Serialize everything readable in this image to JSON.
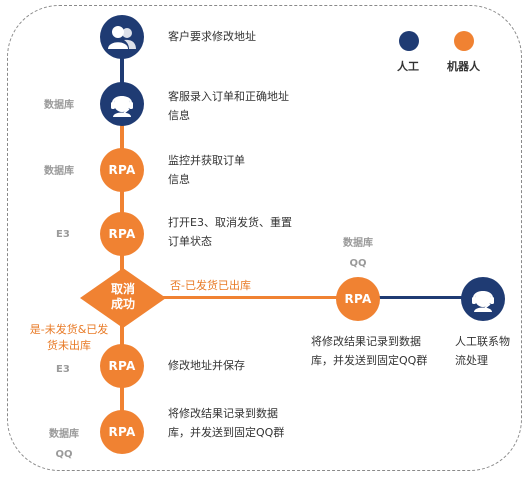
{
  "legend": {
    "human": {
      "label": "人工",
      "color": "#1f3b73"
    },
    "robot": {
      "label": "机器人",
      "color": "#f08232"
    }
  },
  "steps": [
    {
      "text": "客户要求修改地址",
      "side": "",
      "icon": "users-icon"
    },
    {
      "text": "客服录入订单和正确地址信息",
      "side": "数据库",
      "icon": "headset-agent-icon"
    },
    {
      "text": "监控并获取订单信息",
      "side": "数据库",
      "icon": "RPA"
    },
    {
      "text": "打开E3、取消发货、重置订单状态",
      "side": "E3",
      "icon": "RPA"
    },
    {
      "text": "修改地址并保存",
      "side": "E3",
      "icon": "RPA"
    },
    {
      "text": "将修改结果记录到数据库，并发送到固定QQ群",
      "side": "数据库 QQ",
      "icon": "RPA"
    }
  ],
  "decision": {
    "label": "取消成功",
    "no_branch": "否-已发货已出库",
    "yes_branch": "是-未发货&已发货未出库"
  },
  "branch": {
    "rpa_label": "RPA",
    "rpa_side": "数据库 QQ",
    "rpa_text": "将修改结果记录到数据库，并发送到固定QQ群",
    "human_text": "人工联系物流处理"
  }
}
